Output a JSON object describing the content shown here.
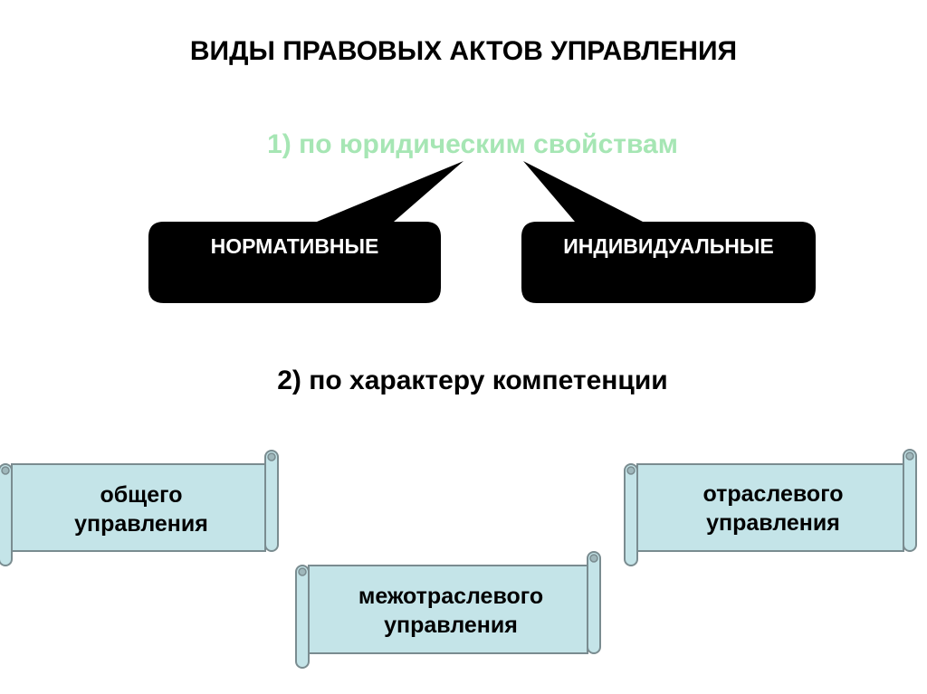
{
  "title": "ВИДЫ ПРАВОВЫХ АКТОВ УПРАВЛЕНИЯ",
  "criterion1": {
    "label": "1) по юридическим свойствам",
    "types": [
      "НОРМАТИВНЫЕ",
      "ИНДИВИДУАЛЬНЫЕ"
    ]
  },
  "criterion2": {
    "label": "2) по характеру компетенции",
    "types": [
      {
        "line1": "общего",
        "line2": "управления"
      },
      {
        "line1": "межотраслевого",
        "line2": "управления"
      },
      {
        "line1": "отраслевого",
        "line2": "управления"
      }
    ]
  },
  "colors": {
    "criterion1_text": "#a6e6b4",
    "callout_fill": "#000000",
    "scroll_fill": "#c4e4e8",
    "scroll_stroke": "#7a8c90"
  }
}
